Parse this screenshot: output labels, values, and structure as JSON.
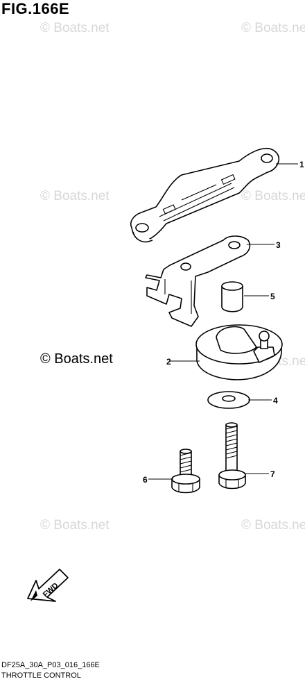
{
  "figure": {
    "title": "FIG.166E",
    "code": "DF25A_30A_P03_016_166E",
    "caption": "THROTTLE CONTROL"
  },
  "watermark": {
    "text": "© Boats.net"
  },
  "callouts": [
    "1",
    "2",
    "3",
    "4",
    "5",
    "6",
    "7"
  ],
  "direction_arrow": {
    "label": "FWD"
  }
}
